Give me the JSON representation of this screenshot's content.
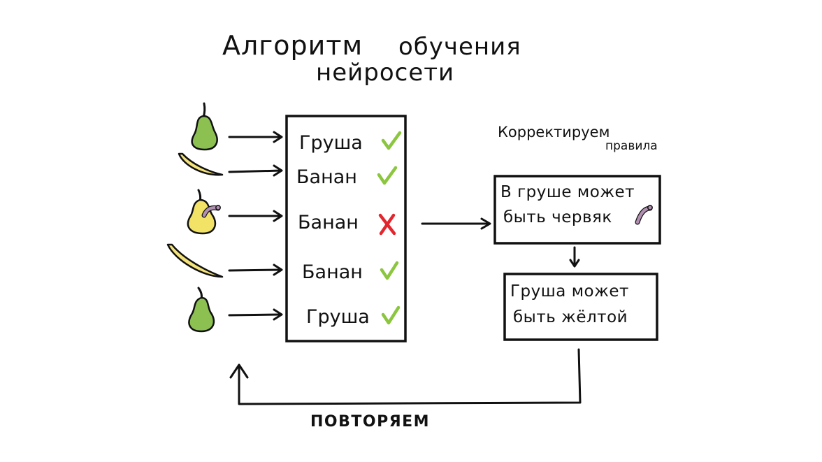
{
  "title": {
    "line1_part1": "Алгоритм",
    "line1_part2": "обучения",
    "line2": "нейросети"
  },
  "inputs": [
    {
      "fruit": "pear-green",
      "label": "Груша",
      "result": "correct"
    },
    {
      "fruit": "banana",
      "label": "Банан",
      "result": "correct"
    },
    {
      "fruit": "pear-yellow-worm",
      "label": "Банан",
      "result": "wrong"
    },
    {
      "fruit": "banana",
      "label": "Банан",
      "result": "correct"
    },
    {
      "fruit": "pear-green",
      "label": "Груша",
      "result": "correct"
    }
  ],
  "correction": {
    "heading_main": "Корректируем",
    "heading_sub": "правила"
  },
  "rules": [
    {
      "line1": "В груше может",
      "line2": "быть червяк"
    },
    {
      "line1": "Груша может",
      "line2": "быть жёлтой"
    }
  ],
  "loop_label": "ПОВТОРЯЕМ",
  "colors": {
    "pear_green": "#8cc152",
    "pear_yellow": "#f2e265",
    "banana": "#f4e27a",
    "check": "#8cc63f",
    "cross": "#e3262e",
    "worm": "#b08fb0",
    "ink": "#111111"
  },
  "icons": [
    "check-icon",
    "cross-icon",
    "worm-icon",
    "pear-icon",
    "banana-icon",
    "arrow-icon"
  ]
}
